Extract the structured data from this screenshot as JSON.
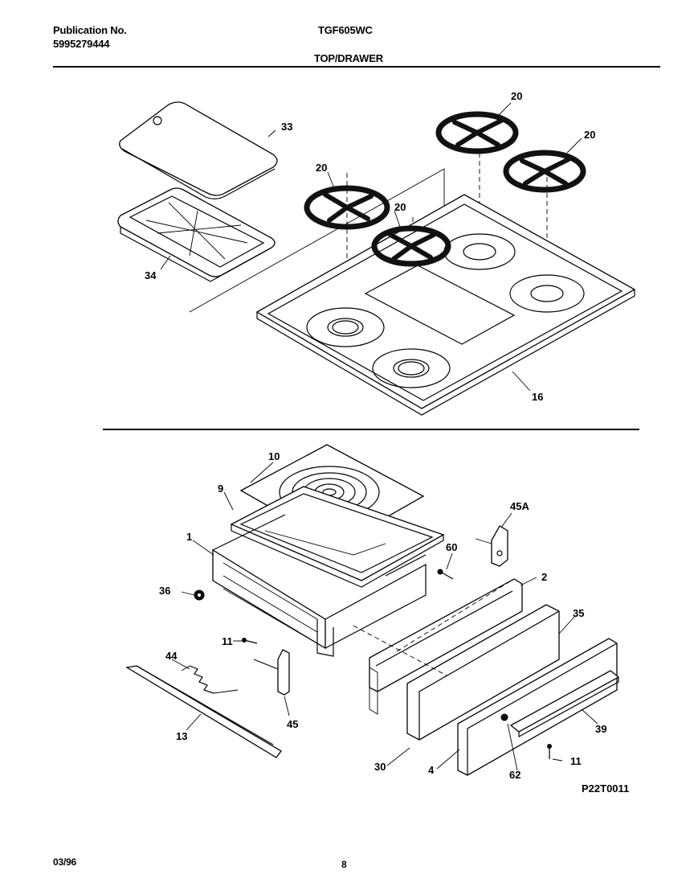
{
  "header": {
    "publication_label": "Publication No.",
    "publication_number": "5995279444",
    "model": "TGF605WC",
    "section_title": "TOP/DRAWER"
  },
  "footer": {
    "date": "03/96",
    "page": "8"
  },
  "diagram": {
    "code": "P22T0011",
    "parts": {
      "p33": "33",
      "p34": "34",
      "p20a": "20",
      "p20b": "20",
      "p20c": "20",
      "p20d": "20",
      "p16": "16",
      "p10": "10",
      "p9": "9",
      "p1": "1",
      "p36": "36",
      "p45a": "45A",
      "p60": "60",
      "p2": "2",
      "p35": "35",
      "p11a": "11",
      "p44": "44",
      "p13": "13",
      "p45": "45",
      "p30": "30",
      "p4": "4",
      "p62": "62",
      "p39": "39",
      "p11b": "11"
    }
  }
}
